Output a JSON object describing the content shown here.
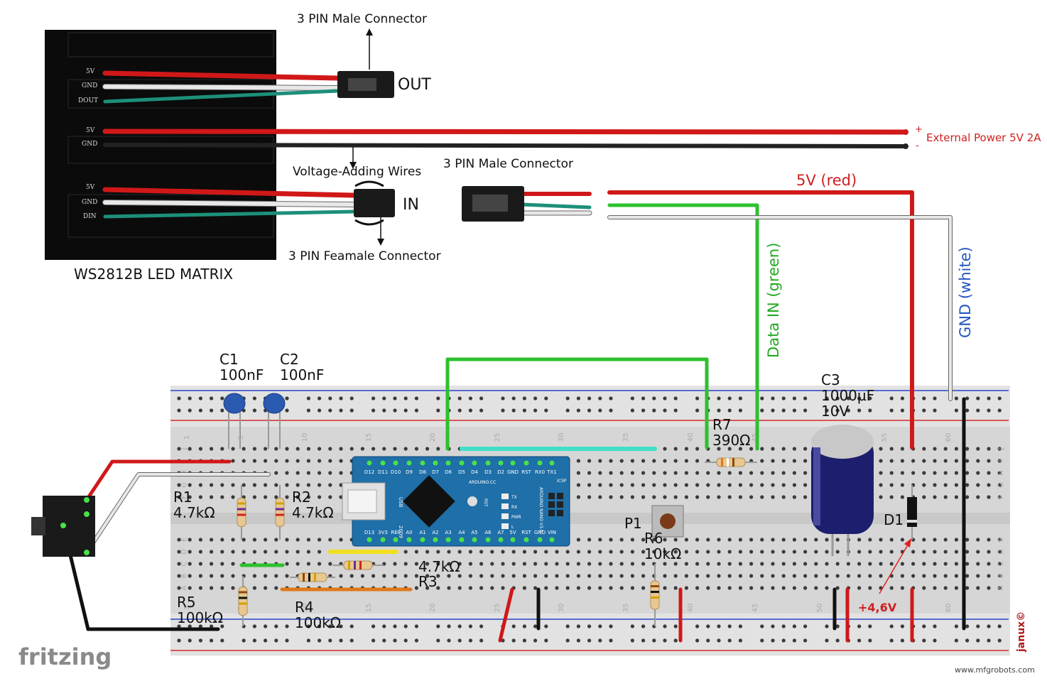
{
  "matrix": {
    "title": "WS2812B LED MATRIX",
    "pins_out": [
      "5V",
      "GND",
      "DOUT"
    ],
    "pins_power": [
      "5V",
      "GND"
    ],
    "pins_in": [
      "5V",
      "GND",
      "DIN"
    ]
  },
  "connectors": {
    "male_top": "3 PIN Male Connector",
    "out_label": "OUT",
    "voltage_wires": "Voltage-Adding Wires",
    "in_label": "IN",
    "female": "3 PIN Feamale Connector",
    "male_mid": "3 PIN Male Connector"
  },
  "power": {
    "plus": "+",
    "minus": "-",
    "label": "External Power 5V 2A"
  },
  "wires": {
    "red": "5V (red)",
    "green": "Data IN (green)",
    "white": "GND (white)"
  },
  "components": {
    "c1_name": "C1",
    "c1_value": "100nF",
    "c2_name": "C2",
    "c2_value": "100nF",
    "r1_name": "R1",
    "r1_value": "4.7kΩ",
    "r2_name": "R2",
    "r2_value": "4.7kΩ",
    "r3_value": "4.7kΩ",
    "r3_name": "R3",
    "r4_name": "R4",
    "r4_value": "100kΩ",
    "r5_name": "R5",
    "r5_value": "100kΩ",
    "r6_name": "R6",
    "r6_value": "10kΩ",
    "r7_name": "R7",
    "r7_value": "390Ω",
    "c3_name": "C3",
    "c3_value": "1000µF",
    "c3_voltage": "10V",
    "p1_name": "P1",
    "d1_name": "D1",
    "voltage_drop": "+4,6V"
  },
  "arduino": {
    "top_pins": [
      "D12",
      "D11",
      "D10",
      "D9",
      "D8",
      "D7",
      "D6",
      "D5",
      "D4",
      "D3",
      "D2",
      "GND",
      "RST",
      "RX0",
      "TX1"
    ],
    "bottom_pins": [
      "D13",
      "3V3",
      "REF",
      "A0",
      "A1",
      "A2",
      "A3",
      "A4",
      "A5",
      "A6",
      "A7",
      "5V",
      "RST",
      "GND",
      "VIN"
    ],
    "usb": "USB",
    "year": "2009",
    "brand": "ARDUINO.CC",
    "model": "ARDUINO NANO V3.0",
    "icsp": "ICSP",
    "leds": [
      "TX",
      "RX",
      "PWR",
      "L"
    ],
    "rst": "RST"
  },
  "breadboard": {
    "col_numbers": [
      "1",
      "5",
      "10",
      "15",
      "20",
      "25",
      "30",
      "35",
      "40",
      "45",
      "50",
      "55",
      "60"
    ],
    "row_letters_top": [
      "J",
      "I",
      "H",
      "G",
      "F"
    ],
    "row_letters_bottom": [
      "E",
      "D",
      "C",
      "B",
      "A"
    ]
  },
  "brand": {
    "fritzing": "fritzing",
    "author": "janux©",
    "watermark": "www.mfgrobots.com"
  },
  "colors": {
    "red_wire": "#d01818",
    "green_wire": "#2ec02e",
    "white_wire": "#e8e8e8",
    "black_wire": "#1a1a1a",
    "board": "#dcdcdc",
    "nano": "#1f6fa8",
    "red_text": "#d02020",
    "blue_text": "#2255c0",
    "green_text": "#22a822"
  }
}
